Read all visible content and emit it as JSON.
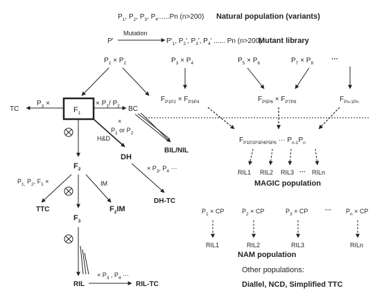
{
  "top": {
    "natural_vars": "P1, P2, P3, P4......Pn (n>200)",
    "natural_label": "Natural population (variants)",
    "p_prime": "P'",
    "mutation": "Mutation",
    "mutant_vars": "P'1, P2', P3', P4'. ......Pn (n>200)",
    "mutant_label": "Mutant library"
  },
  "crosses": {
    "p1xp2": "P1 × P2",
    "p3xp4": "P3 × P4",
    "p5xp6": "P5 × P6",
    "p7xp8": "P7 × P8",
    "ellipsis": "···",
    "fp1p2_x_fp3p4": "FP1P2 × FP3P4",
    "fp5p6_x_fp7p8": "FP5P6 × FP7P8",
    "fpn1pn": "FPn-1Pn"
  },
  "left": {
    "f1": "F1",
    "tc": "TC",
    "p3x": "P3 ×",
    "xp1p2": "× P1/ P2",
    "bc": "BC",
    "bc_cross": "× P1 or P2",
    "bil_nil": "BIL/NIL",
    "hd": "H&D",
    "dh": "DH",
    "dh_cross": "× P3, P4 ···",
    "dh_tc": "DH-TC",
    "f2": "F2",
    "ttc_cross": "P1, P2, F1 ×",
    "ttc": "TTC",
    "im": "IM",
    "f2im": "F2IM",
    "f3": "F3",
    "ril": "RIL",
    "ril_cross": "× P3 , P4 ···",
    "ril_tc": "RIL-TC",
    "selfing": "⊗"
  },
  "magic": {
    "f_all": "FP1P2P3P4P5P6 ··· Pn-1Pn",
    "rils": [
      "RIL1",
      "RIL2",
      "RIL3",
      "···",
      "RILn"
    ],
    "label": "MAGIC  population"
  },
  "nam": {
    "crosses": [
      "P1 × CP",
      "P2 × CP",
      "P3 × CP",
      "···",
      "Pn × CP"
    ],
    "rils": [
      "RIL1",
      "RIL2",
      "RIL3",
      "RILn"
    ],
    "label": "NAM  population"
  },
  "other": {
    "title": "Other populations:",
    "list": "Diallel, NCD, Simplified TTC"
  }
}
